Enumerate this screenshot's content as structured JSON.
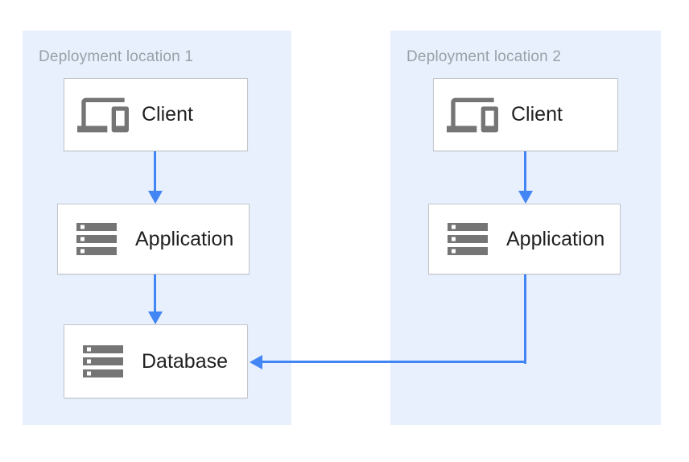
{
  "diagram": {
    "regions": [
      {
        "title": "Deployment location 1",
        "nodes": [
          {
            "label": "Client",
            "icon": "devices-icon"
          },
          {
            "label": "Application",
            "icon": "storage-icon"
          },
          {
            "label": "Database",
            "icon": "storage-icon"
          }
        ]
      },
      {
        "title": "Deployment location 2",
        "nodes": [
          {
            "label": "Client",
            "icon": "devices-icon"
          },
          {
            "label": "Application",
            "icon": "storage-icon"
          }
        ]
      }
    ],
    "connections": [
      {
        "from": "Client (location 1)",
        "to": "Application (location 1)",
        "shape": "straight-down"
      },
      {
        "from": "Application (location 1)",
        "to": "Database (location 1)",
        "shape": "straight-down"
      },
      {
        "from": "Client (location 2)",
        "to": "Application (location 2)",
        "shape": "straight-down"
      },
      {
        "from": "Application (location 2)",
        "to": "Database (location 1)",
        "shape": "elbow-down-left"
      }
    ]
  },
  "colors": {
    "canvas_bg": "#ffffff",
    "region_bg": "#e8f0fe",
    "node_bg": "#ffffff",
    "node_border": "#c2c6ca",
    "arrow": "#4285f4",
    "icon": "#757575",
    "region_title": "#9aa0a6",
    "node_label": "#212121"
  }
}
